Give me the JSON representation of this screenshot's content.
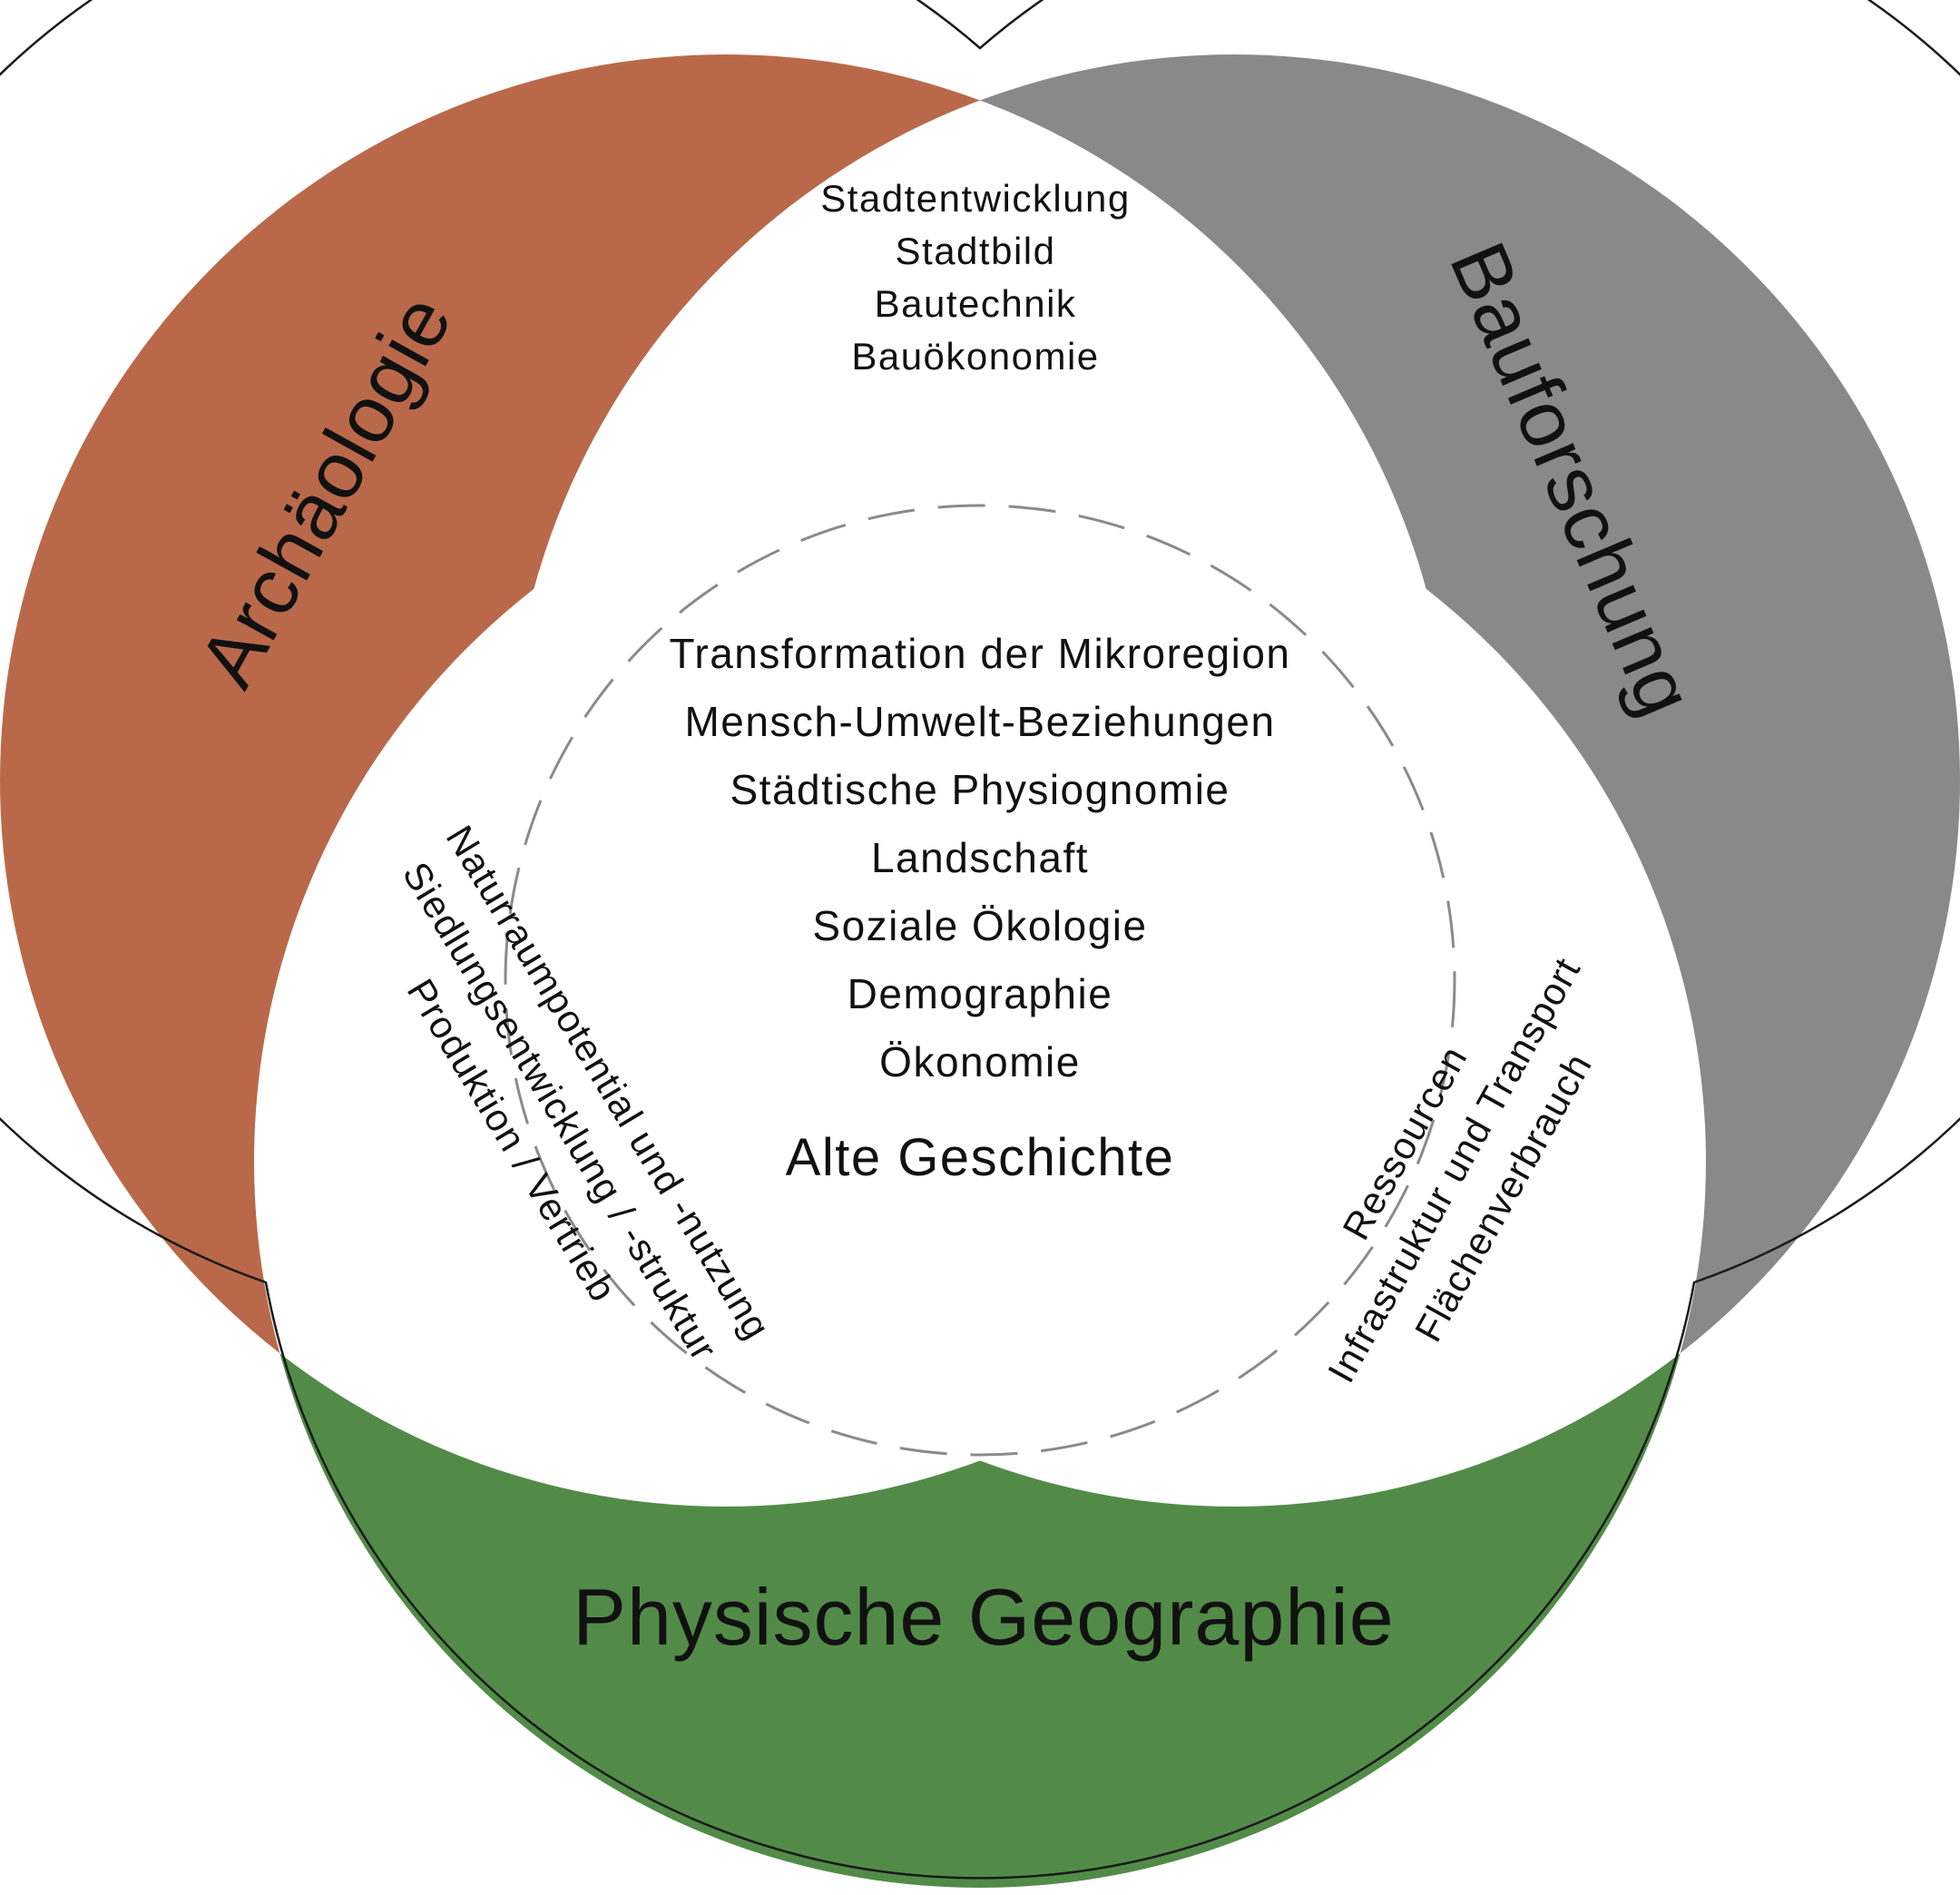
{
  "colors": {
    "archaeologie": "#b9694a",
    "bauforschung": "#898989",
    "geographie": "#528b48",
    "overlap": "#ffffff",
    "outline": "#1a1a1a",
    "dashed": "#8a8a8a"
  },
  "circles": {
    "archaeologie": {
      "label": "Archäologie"
    },
    "bauforschung": {
      "label": "Bauforschung"
    },
    "geographie": {
      "label": "Physische Geographie"
    }
  },
  "overlaps": {
    "archaeologie_bauforschung": [
      "Stadtentwicklung",
      "Stadtbild",
      "Bautechnik",
      "Bauökonomie"
    ],
    "archaeologie_geographie": [
      "Naturraumpotential und -nutzung",
      "Siedlungsentwicklung / -struktur",
      "Produktion / Vertrieb"
    ],
    "bauforschung_geographie": [
      "Ressourcen",
      "Infrastruktur und Transport",
      "Flächenverbrauch"
    ],
    "center": {
      "items": [
        "Transformation der Mikroregion",
        "Mensch-Umwelt-Beziehungen",
        "Städtische Physiognomie",
        "Landschaft",
        "Soziale Ökologie",
        "Demographie",
        "Ökonomie"
      ],
      "title": "Alte Geschichte"
    }
  }
}
